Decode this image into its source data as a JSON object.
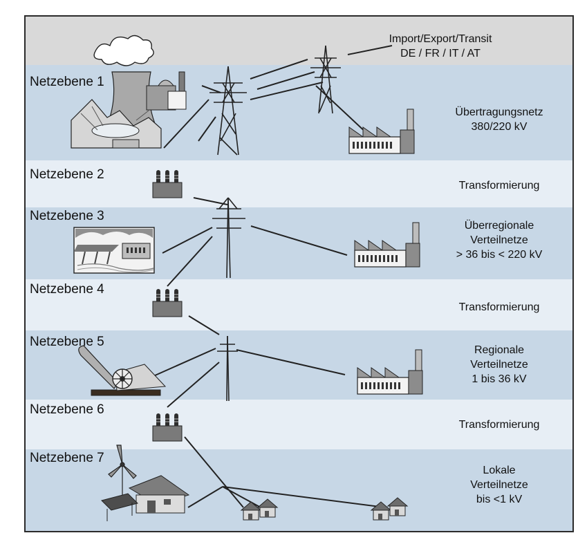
{
  "colors": {
    "top_band": "#d9d9d9",
    "level_band_dark": "#c7d7e6",
    "level_band_light": "#e7eef5",
    "line": "#222222"
  },
  "header": {
    "line1": "Import/Export/Transit",
    "line2": "DE / FR / IT / AT"
  },
  "levels": [
    {
      "name": "Netzebene 1",
      "desc": [
        "Übertragungsnetz",
        "380/220 kV"
      ]
    },
    {
      "name": "Netzebene 2",
      "desc": [
        "Transformierung"
      ]
    },
    {
      "name": "Netzebene 3",
      "desc": [
        "Überregionale",
        "Verteilnetze",
        "> 36 bis < 220 kV"
      ]
    },
    {
      "name": "Netzebene 4",
      "desc": [
        "Transformierung"
      ]
    },
    {
      "name": "Netzebene 5",
      "desc": [
        "Regionale",
        "Verteilnetze",
        "1 bis 36 kV"
      ]
    },
    {
      "name": "Netzebene 6",
      "desc": [
        "Transformierung"
      ]
    },
    {
      "name": "Netzebene 7",
      "desc": [
        "Lokale",
        "Verteilnetze",
        "bis <1 kV"
      ]
    }
  ]
}
